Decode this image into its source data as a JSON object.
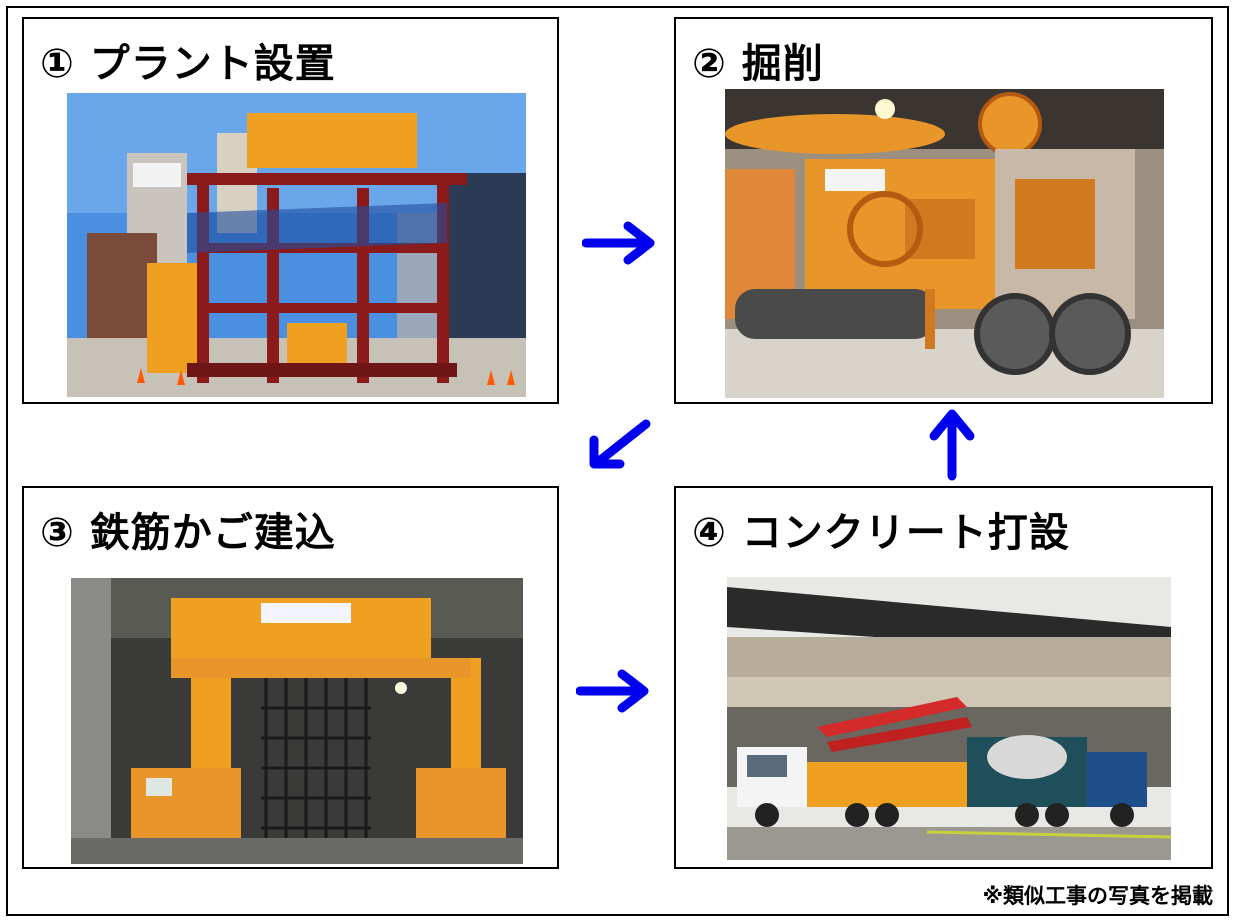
{
  "steps": [
    {
      "title": "① プラント設置",
      "photo_icon": "plant-setup-photo"
    },
    {
      "title": "② 掘削",
      "photo_icon": "excavation-machine-photo"
    },
    {
      "title": "③ 鉄筋かご建込",
      "photo_icon": "rebar-cage-photo"
    },
    {
      "title": "④ コンクリート打設",
      "photo_icon": "concrete-pump-truck-photo"
    }
  ],
  "arrows": [
    "arrow-right",
    "arrow-down-left",
    "arrow-right",
    "arrow-up"
  ],
  "colors": {
    "arrow": "#0000ee",
    "machine": "#e8962a",
    "frame": "#8b1a1a",
    "sky": "#4a8fe0"
  },
  "footnote": "※類似工事の写真を掲載"
}
